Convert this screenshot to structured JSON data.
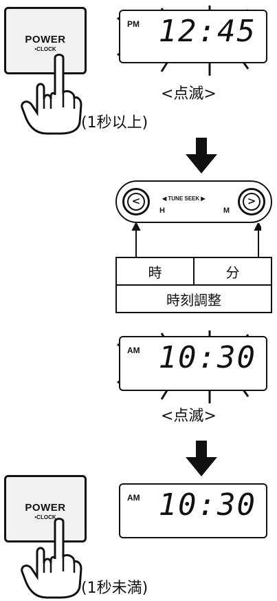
{
  "step1": {
    "button": {
      "label": "POWER",
      "sublabel": "•CLOCK"
    },
    "display": {
      "ampm": "PM",
      "time": "12:45"
    },
    "blink_caption": "<点滅>",
    "press_caption": "(1秒以上)"
  },
  "tuner": {
    "label": "◀ TUNE SEEK ▶",
    "left_symbol": "<",
    "right_symbol": ">",
    "left_letter": "H",
    "right_letter": "M"
  },
  "table": {
    "hour": "時",
    "minute": "分",
    "title": "時刻調整"
  },
  "step2": {
    "display": {
      "ampm": "AM",
      "time": "10:30"
    },
    "blink_caption": "<点滅>"
  },
  "step3": {
    "button": {
      "label": "POWER",
      "sublabel": "•CLOCK"
    },
    "display": {
      "ampm": "AM",
      "time": "10:30"
    },
    "press_caption": "(1秒未満)"
  }
}
